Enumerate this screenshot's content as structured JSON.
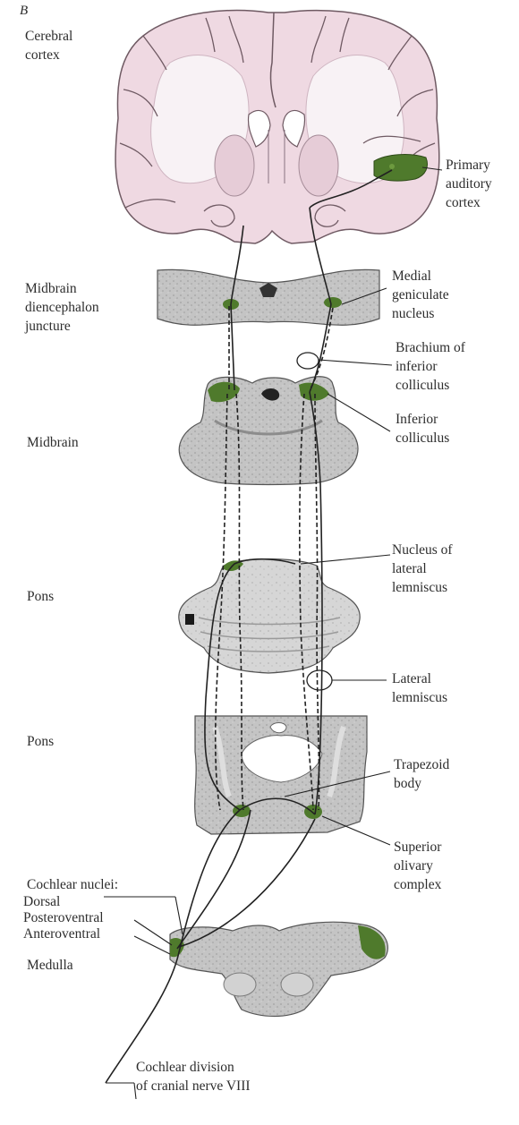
{
  "figure": {
    "panel_letter": "B",
    "colors": {
      "tissue_pink": "#efd9e2",
      "tissue_white": "#f8f2f5",
      "section_gray": "#b9b9b9",
      "section_light": "#d9d9d9",
      "nucleus_green": "#4f7a2c",
      "line": "#222222"
    }
  },
  "levels": {
    "cerebral_cortex": "Cerebral\ncortex",
    "midbrain_diencephalon": "Midbrain\ndiencephalon\njuncture",
    "midbrain": "Midbrain",
    "pons_upper": "Pons",
    "pons_lower": "Pons",
    "cochlear_nuclei_heading": "Cochlear nuclei:",
    "dorsal": "Dorsal",
    "posteroventral": "Posteroventral",
    "anteroventral": "Anteroventral",
    "medulla": "Medulla"
  },
  "structures": {
    "primary_auditory_cortex": "Primary\nauditory\ncortex",
    "medial_geniculate_nucleus": "Medial\ngeniculate\nnucleus",
    "brachium_inferior_colliculus": "Brachium of\ninferior\ncolliculus",
    "inferior_colliculus": "Inferior\ncolliculus",
    "nucleus_lateral_lemniscus": "Nucleus of\nlateral\nlemniscus",
    "lateral_lemniscus": "Lateral\nlemniscus",
    "trapezoid_body": "Trapezoid\nbody",
    "superior_olivary_complex": "Superior\nolivary\ncomplex",
    "cochlear_nerve": "Cochlear division\nof cranial nerve VIII"
  }
}
